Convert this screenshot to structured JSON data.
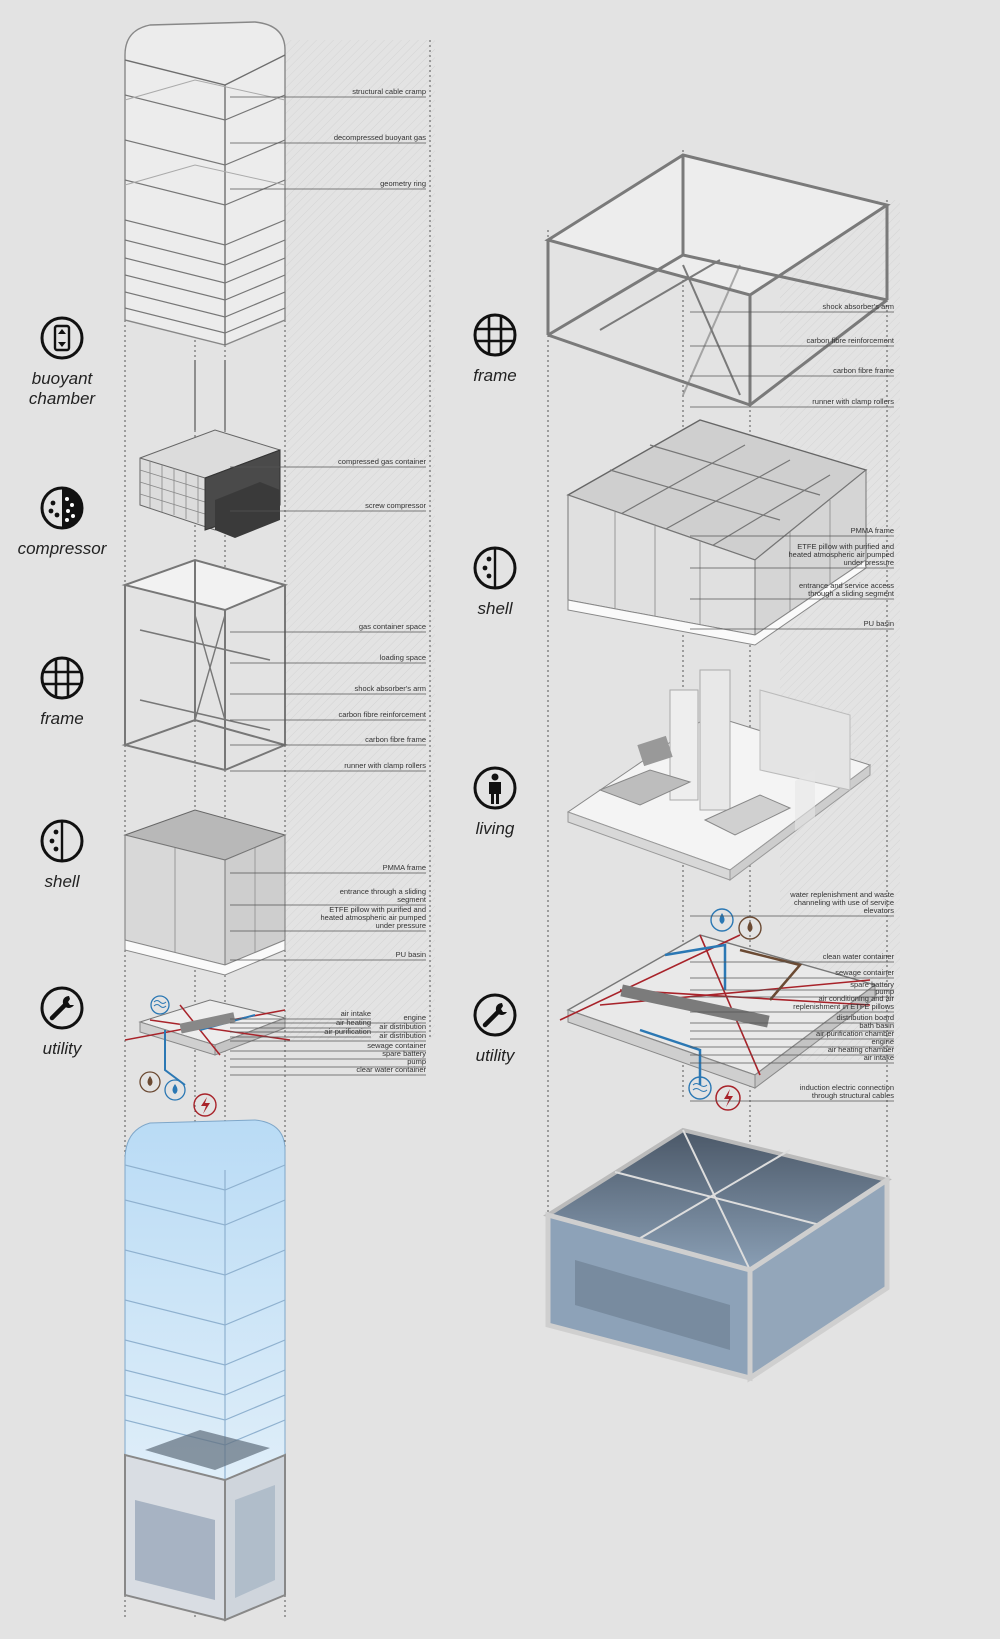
{
  "categories_left": [
    {
      "id": "buoyant-chamber",
      "lines": [
        "buoyant",
        "chamber"
      ],
      "icon": "buoyant-chamber-icon"
    },
    {
      "id": "compressor",
      "lines": [
        "compressor"
      ],
      "icon": "compressor-icon"
    },
    {
      "id": "frame",
      "lines": [
        "frame"
      ],
      "icon": "frame-grid-icon"
    },
    {
      "id": "shell",
      "lines": [
        "shell"
      ],
      "icon": "shell-icon"
    },
    {
      "id": "utility",
      "lines": [
        "utility"
      ],
      "icon": "wrench-icon"
    }
  ],
  "categories_right": [
    {
      "id": "frame",
      "lines": [
        "frame"
      ],
      "icon": "frame-grid-icon"
    },
    {
      "id": "shell",
      "lines": [
        "shell"
      ],
      "icon": "shell-icon"
    },
    {
      "id": "living",
      "lines": [
        "living"
      ],
      "icon": "person-icon"
    },
    {
      "id": "utility",
      "lines": [
        "utility"
      ],
      "icon": "wrench-icon"
    }
  ],
  "labels_left": {
    "buoyant": [
      "structural cable cramp",
      "decompressed buoyant gas",
      "geometry ring"
    ],
    "compressor": [
      "compressed gas container",
      "screw compressor"
    ],
    "frame": [
      "gas container space",
      "loading space",
      "shock absorber's arm",
      "carbon fibre reinforcement",
      "carbon fibre frame",
      "runner with clamp rollers"
    ],
    "shell": [
      "PMMA frame",
      "entrance  through a sliding segment",
      "ETFE pillow with purified and heated atmospheric air pumped under pressure",
      "PU basin"
    ],
    "utility": [
      "air intake",
      "engine",
      "air heating",
      "air distribution",
      "air purification",
      "air distribution",
      "sewage container",
      "spare battery",
      "pump",
      "clear water container"
    ]
  },
  "labels_right": {
    "frame": [
      "shock absorber's arm",
      "carbon fibre reinforcement",
      "carbon fibre frame",
      "runner with clamp rollers"
    ],
    "shell": [
      "PMMA frame",
      "ETFE pillow with purified and heated atmospheric air pumped under pressure",
      "entrance and service access through a sliding segment",
      "PU basin"
    ],
    "utility": [
      "water replenishment and waste channeling with use of service elevators",
      "clean water container",
      "sewage container",
      "spare battery",
      "pump",
      "air conditioning and air replenishment in ETFE pillows",
      "distribution board",
      "bath basin",
      "air purification chamber",
      "engine",
      "air heating chamber",
      "air intake",
      "induction electric connection through structural cables"
    ]
  },
  "colors": {
    "background": "#e3e3e3",
    "water": "#2b78b4",
    "sewage": "#6b4a33",
    "power": "#a8232a",
    "glass_blue": "#9cc6ea",
    "frame_stroke": "#7a7a7a"
  }
}
